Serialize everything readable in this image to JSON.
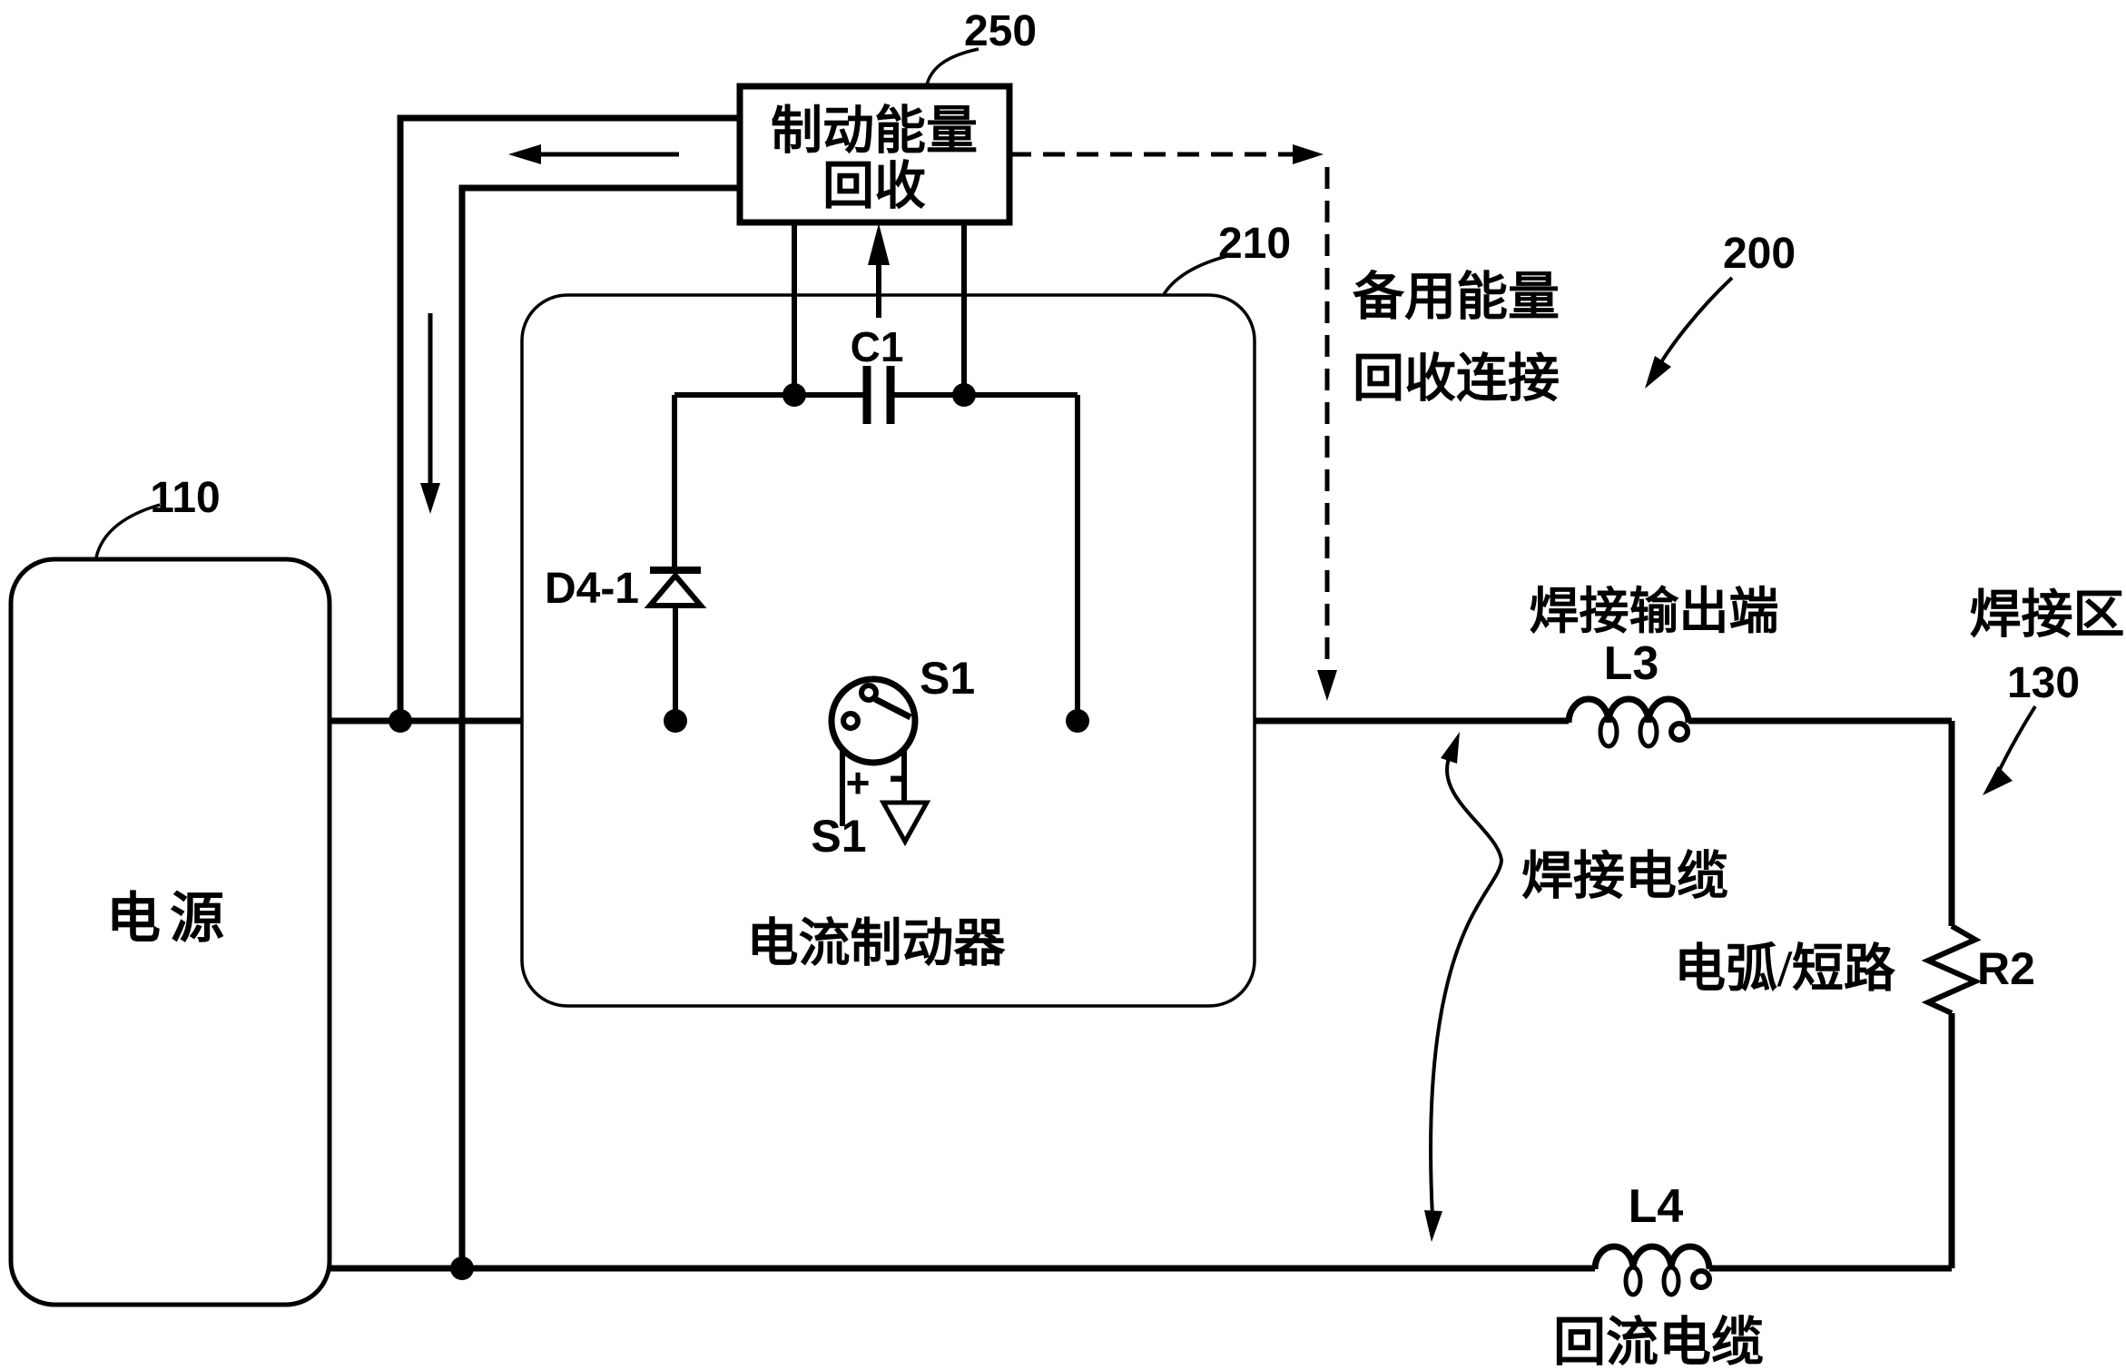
{
  "colors": {
    "ink": "#000000",
    "background": "#ffffff"
  },
  "power_supply": {
    "label": "电源",
    "ref": "110"
  },
  "recovery_box": {
    "line1": "制动能量",
    "line2": "回收",
    "ref": "250"
  },
  "brake_box": {
    "label": "电流制动器",
    "ref": "210"
  },
  "system": {
    "ref": "200"
  },
  "components": {
    "capacitor": "C1",
    "diode": "D4-1",
    "switch": "S1",
    "switch_control": "S1",
    "plus": "+",
    "minus": "-",
    "output_inductor": "L3",
    "return_inductor": "L4",
    "load_resistor": "R2"
  },
  "annotations": {
    "backup_line1": "备用能量",
    "backup_line2": "回收连接",
    "weld_output": "焊接输出端",
    "weld_zone": "焊接区",
    "weld_zone_ref": "130",
    "weld_cable": "焊接电缆",
    "arc_short": "电弧/短路",
    "return_cable": "回流电缆"
  }
}
